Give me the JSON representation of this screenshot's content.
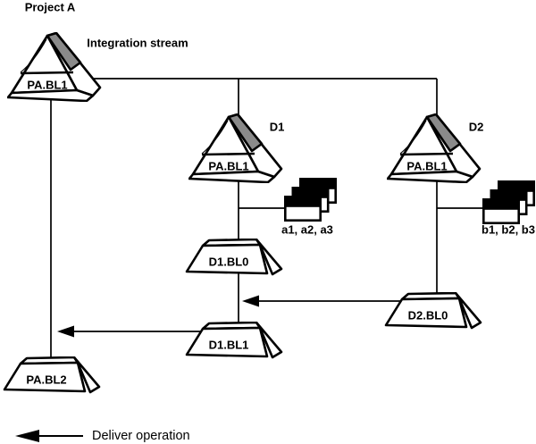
{
  "diagram": {
    "title": "Project A",
    "colors": {
      "background": "#ffffff",
      "outline": "#000000",
      "stream_band_gray": "#8a8a8a",
      "activity_header": "#000000"
    },
    "icons": {
      "stream": "stream-pyramid-icon (3d pyramid with gray band)",
      "baseline": "baseline-trapezoid-icon (3d keystone)",
      "activity_set": "stacked-cards-icon",
      "deliver": "left-arrow-icon"
    },
    "streams": [
      {
        "name": "Integration stream",
        "foundation_baseline": "PA.BL1"
      },
      {
        "name": "D1",
        "foundation_baseline": "PA.BL1"
      },
      {
        "name": "D2",
        "foundation_baseline": "PA.BL1"
      }
    ],
    "baselines": [
      {
        "label": "D1.BL0"
      },
      {
        "label": "D2.BL0"
      },
      {
        "label": "D1.BL1"
      },
      {
        "label": "PA.BL2"
      }
    ],
    "activities": [
      {
        "label": "a1, a2, a3"
      },
      {
        "label": "b1, b2, b3"
      }
    ],
    "legend": {
      "deliver_label": "Deliver operation"
    }
  }
}
